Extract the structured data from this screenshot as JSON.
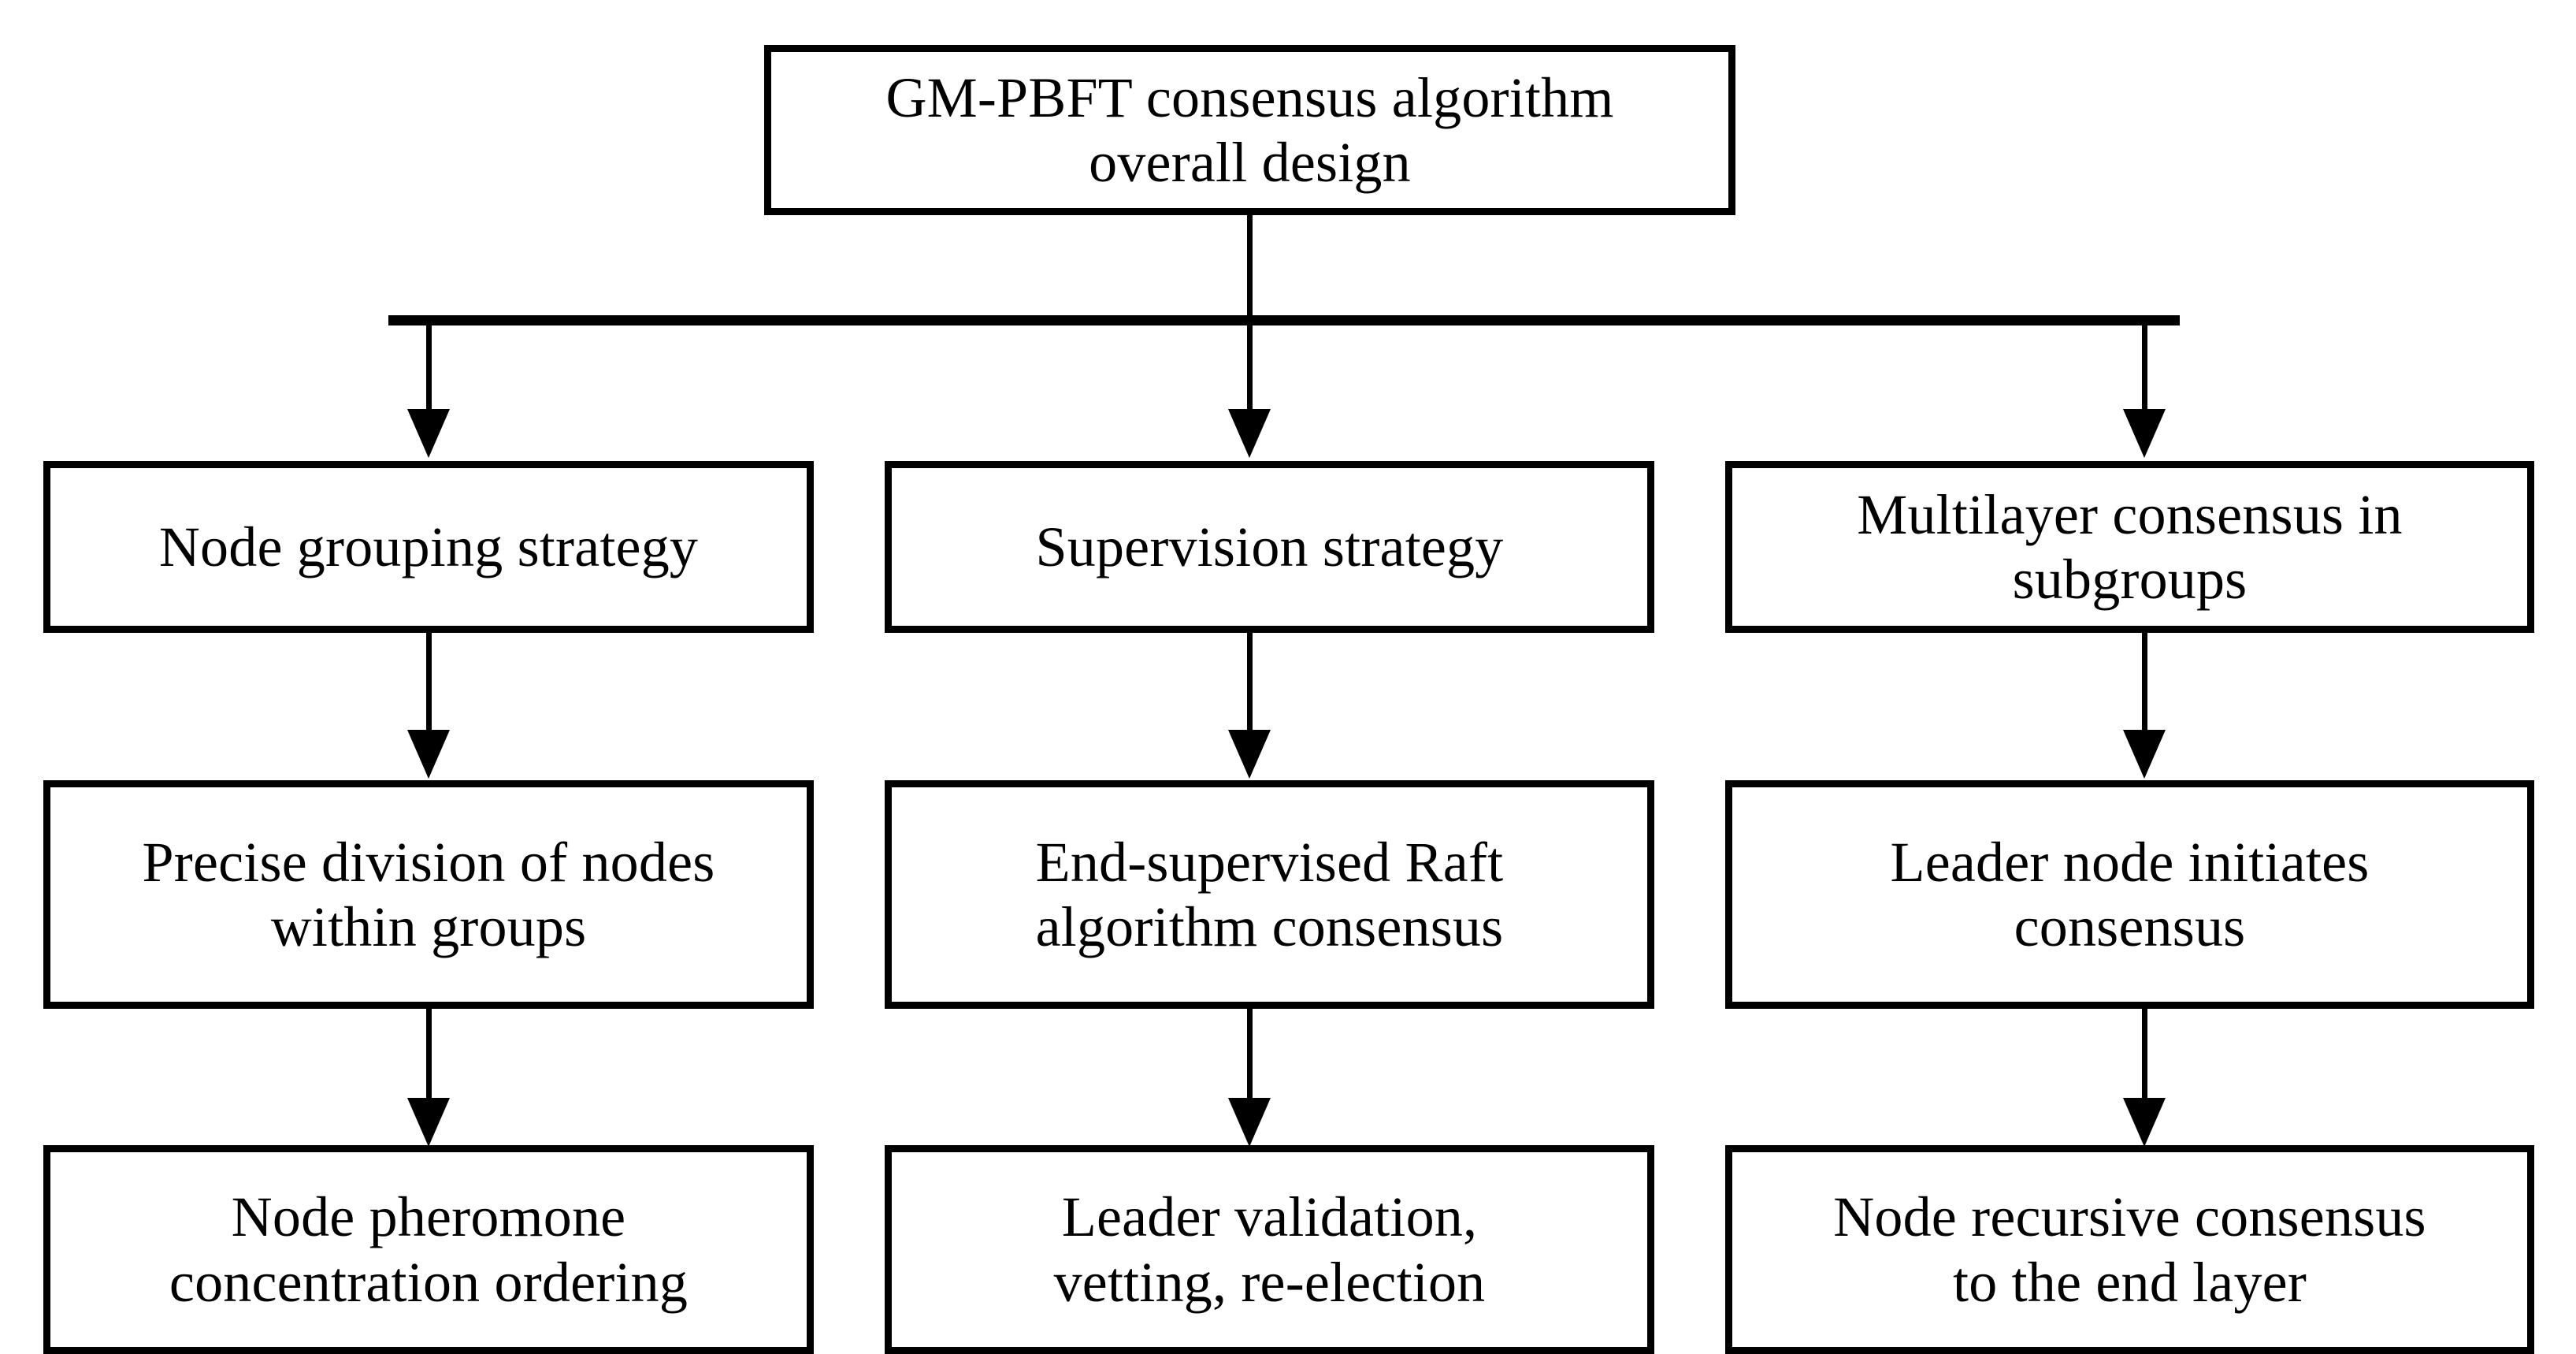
{
  "diagram": {
    "title": "GM-PBFT consensus algorithm overall design",
    "type": "flowchart",
    "orientation": "top-down",
    "background_color": "#ffffff",
    "line_color": "#000000",
    "box_fill_color": "#ffffff",
    "root": {
      "id": "root",
      "label": "GM-PBFT consensus algorithm\noverall design"
    },
    "columns": [
      {
        "id": "col-node-grouping",
        "level1": {
          "id": "node-grouping-strategy",
          "label": "Node grouping strategy"
        },
        "level2": {
          "id": "precise-division-of-nodes",
          "label": "Precise division of nodes\nwithin groups"
        },
        "level3": {
          "id": "node-pheromone-ordering",
          "label": "Node pheromone\nconcentration ordering"
        }
      },
      {
        "id": "col-supervision",
        "level1": {
          "id": "supervision-strategy",
          "label": "Supervision strategy"
        },
        "level2": {
          "id": "end-supervised-raft",
          "label": "End-supervised Raft\nalgorithm consensus"
        },
        "level3": {
          "id": "leader-validation",
          "label": "Leader validation,\nvetting, re-election"
        }
      },
      {
        "id": "col-multilayer",
        "level1": {
          "id": "multilayer-consensus",
          "label": "Multilayer consensus in\nsubgroups"
        },
        "level2": {
          "id": "leader-node-initiates",
          "label": "Leader node initiates\nconsensus"
        },
        "level3": {
          "id": "node-recursive-consensus",
          "label": "Node recursive consensus\nto the end layer"
        }
      }
    ],
    "edges": [
      {
        "from": "root",
        "to": "node-grouping-strategy",
        "style": "elbow-arrow"
      },
      {
        "from": "root",
        "to": "supervision-strategy",
        "style": "straight-arrow"
      },
      {
        "from": "root",
        "to": "multilayer-consensus",
        "style": "elbow-arrow"
      },
      {
        "from": "node-grouping-strategy",
        "to": "precise-division-of-nodes",
        "style": "straight-arrow"
      },
      {
        "from": "precise-division-of-nodes",
        "to": "node-pheromone-ordering",
        "style": "straight-arrow"
      },
      {
        "from": "supervision-strategy",
        "to": "end-supervised-raft",
        "style": "straight-arrow"
      },
      {
        "from": "end-supervised-raft",
        "to": "leader-validation",
        "style": "straight-arrow"
      },
      {
        "from": "multilayer-consensus",
        "to": "leader-node-initiates",
        "style": "straight-arrow"
      },
      {
        "from": "leader-node-initiates",
        "to": "node-recursive-consensus",
        "style": "straight-arrow"
      }
    ]
  }
}
